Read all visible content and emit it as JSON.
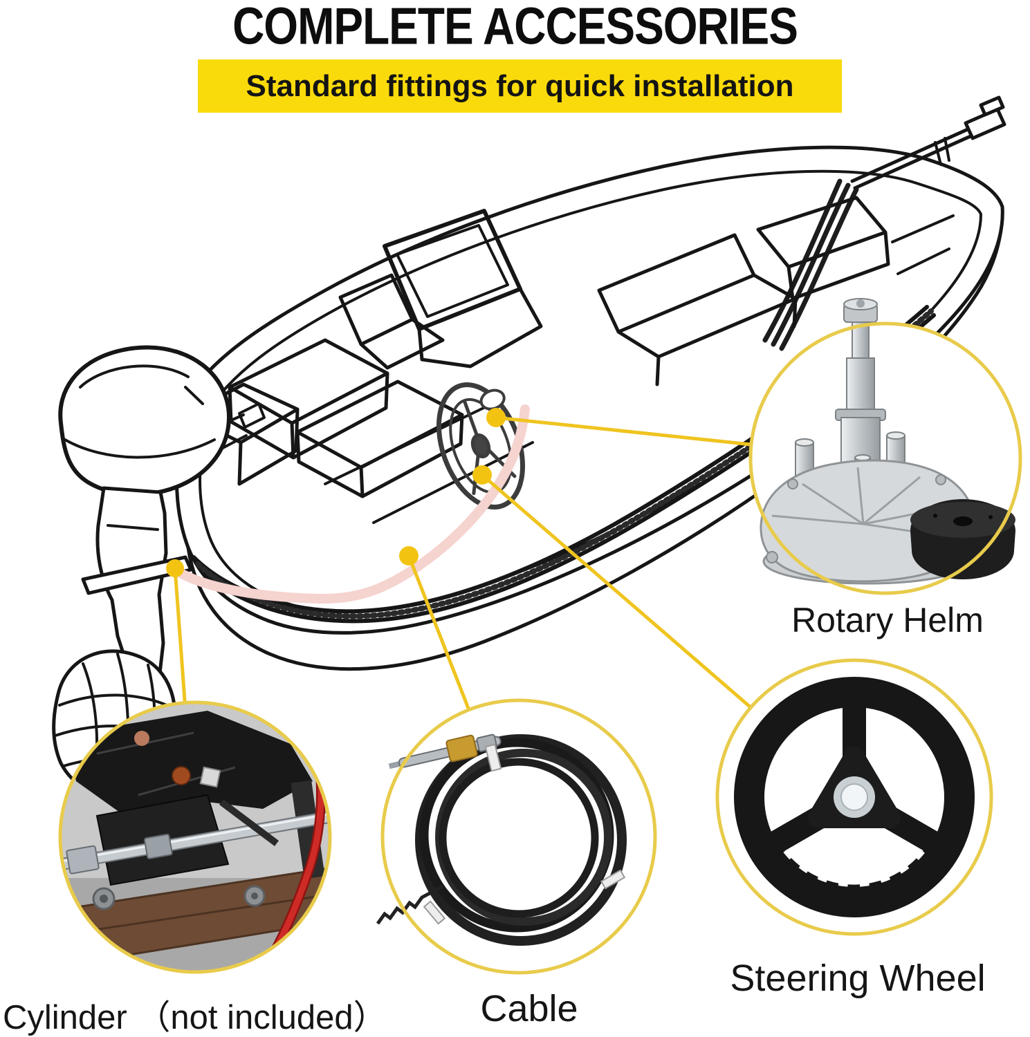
{
  "header": {
    "title": "COMPLETE ACCESSORIES",
    "banner_text": "Standard fittings for quick installation"
  },
  "colors": {
    "banner_bg": "#F9DA0B",
    "connector_yellow": "#EFC41F",
    "dot_yellow": "#F3C312",
    "callout_circle_stroke": "#E8CB4B",
    "cable_route_pink": "#F5D3CF",
    "line_art_black": "#161616",
    "label_text": "#151515"
  },
  "diagram": {
    "subject": "outboard-boat-line-drawing",
    "highlight": "steering-cable-route"
  },
  "callouts": [
    {
      "id": "rotary-helm",
      "label": "Rotary Helm",
      "icon": "rotary-helm-photo"
    },
    {
      "id": "cylinder",
      "label": "Cylinder （not included）",
      "icon": "outboard-cylinder-photo"
    },
    {
      "id": "cable",
      "label": "Cable",
      "icon": "steering-cable-coil-photo"
    },
    {
      "id": "steering-wheel",
      "label": "Steering Wheel",
      "icon": "steering-wheel-photo"
    }
  ]
}
